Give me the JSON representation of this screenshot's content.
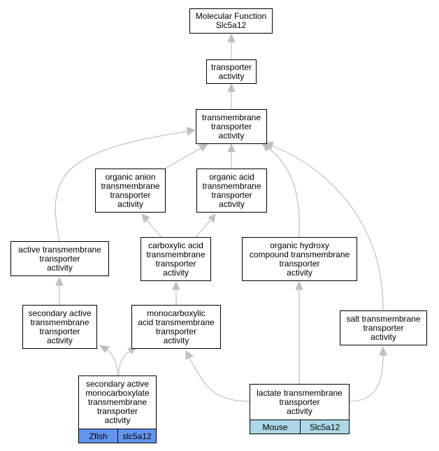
{
  "graph": {
    "edge_color": "#c0c0c0",
    "nodes": {
      "mf": "Molecular Function\nSlc5a12",
      "transporter": "transporter\nactivity",
      "tm_transporter": "transmembrane\ntransporter\nactivity",
      "organic_anion": "organic anion\ntransmembrane\ntransporter\nactivity",
      "organic_acid": "organic acid\ntransmembrane\ntransporter\nactivity",
      "carboxylic_acid": "carboxylic acid\ntransmembrane\ntransporter\nactivity",
      "active_tm": "active transmembrane\ntransporter\nactivity",
      "organic_hydroxy": "organic hydroxy\ncompound transmembrane\ntransporter\nactivity",
      "secondary_active": "secondary active\ntransmembrane\ntransporter\nactivity",
      "monocarboxylic": "monocarboxylic\nacid transmembrane\ntransporter\nactivity",
      "salt_tm": "salt transmembrane\ntransporter\nactivity",
      "sec_active_monocarb": "secondary active\nmonocarboxylate\ntransmembrane\ntransporter\nactivity",
      "lactate_tm": "lactate transmembrane\ntransporter\nactivity"
    },
    "annotations": {
      "zfish": {
        "species": "Zfish",
        "gene": "slc5a12",
        "color": "#6495ed"
      },
      "mouse": {
        "species": "Mouse",
        "gene": "Slc5a12",
        "color": "#add8e6"
      }
    }
  }
}
